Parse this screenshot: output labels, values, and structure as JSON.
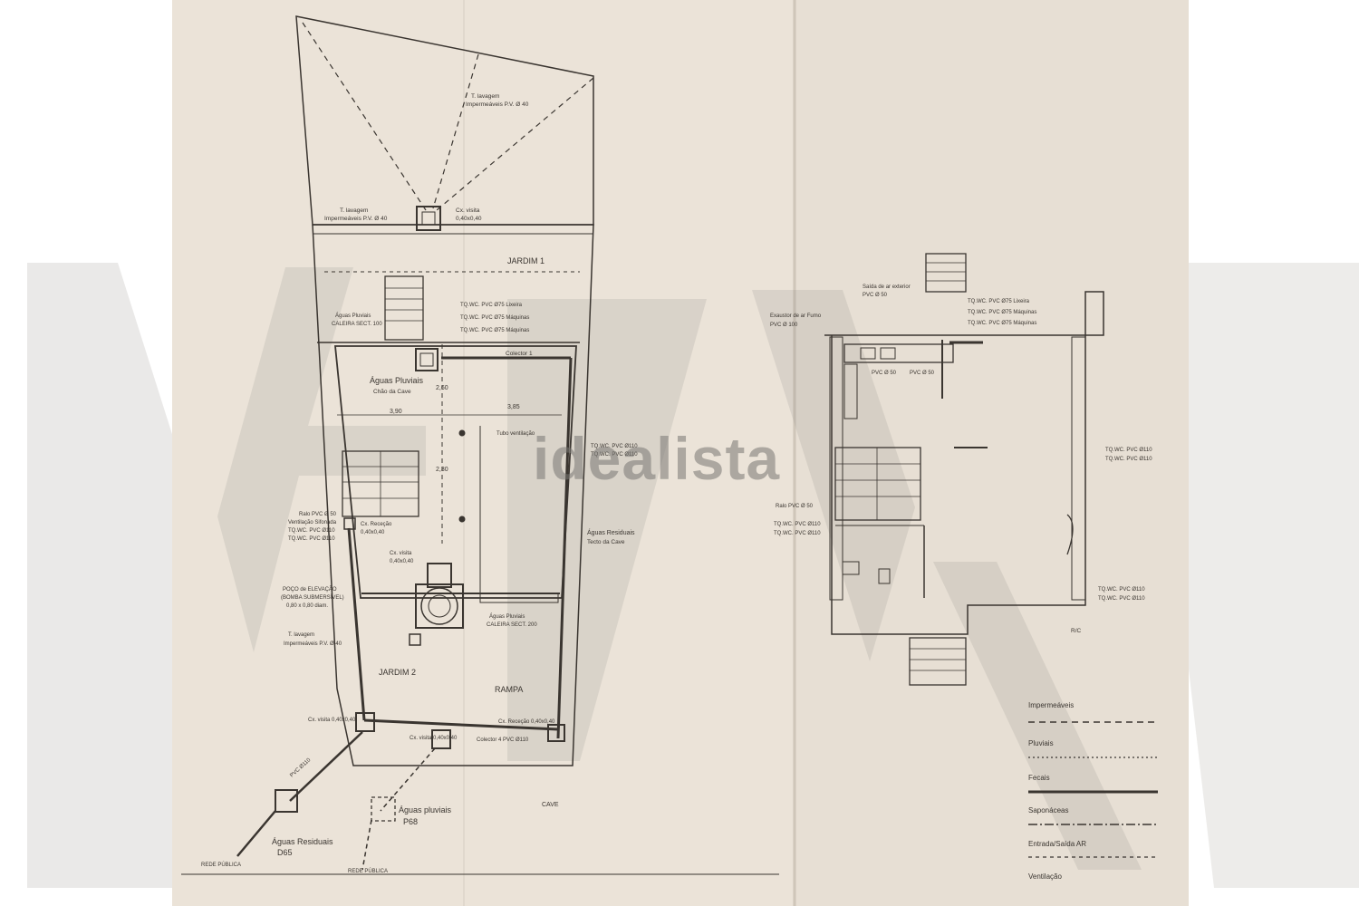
{
  "watermark": {
    "brand": "idealista"
  },
  "plan_left": {
    "top_zone": {
      "label_a": "T. lavagem",
      "label_b": "Impermeáveis P.V. Ø 40"
    },
    "top_box": {
      "label_a": "Cx. visita",
      "label_b": "0,40x0,40"
    },
    "garden_1": "JARDIM 1",
    "stair_note": {
      "label_a": "Águas Pluviais",
      "label_b": "CALEIRA SECT. 100"
    },
    "pipe_notes": [
      "TQ.WC. PVC Ø75 Lixeira",
      "TQ.WC. PVC Ø75 Máquinas",
      "TQ.WC. PVC Ø75 Máquinas"
    ],
    "collector_1": "Colector 1",
    "rainwater_cave": {
      "label_a": "Águas Pluviais",
      "label_b": "Chão da Cave"
    },
    "dim_a": "2,60",
    "dim_b": "3,85",
    "dim_c": "3,90",
    "dim_d": "2,30",
    "ventilation": "Tubo ventilação",
    "right_pipes": {
      "label_a": "TQ.WC. PVC Ø110",
      "label_b": "TQ.WC. PVC Ø110"
    },
    "wastewater_right": {
      "label_a": "Águas Residuais",
      "label_b": "Tecto da Cave"
    },
    "left_notes": [
      "Ralo PVC Ø 50",
      "Ventilação Sifonada",
      "TQ.WC. PVC Ø110",
      "TQ.WC. PVC Ø110"
    ],
    "receiving_box": {
      "label_a": "Cx. Receção",
      "label_b": "0,40x0,40"
    },
    "visit_box": {
      "label_a": "Cx. visita",
      "label_b": "0,40x0,40"
    },
    "pump": {
      "label_a": "POÇO de ELEVAÇÃO",
      "label_b": "(BOMBA SUBMERSÍVEL)",
      "label_c": "0,80 x 0,80 diam."
    },
    "rain_caleira": {
      "label_a": "Águas Pluviais",
      "label_b": "CALEIRA SECT. 200"
    },
    "lower_wash": {
      "label_a": "T. lavagem",
      "label_b": "Impermeáveis P.V. Ø 40"
    },
    "garden_2": "JARDIM 2",
    "ramp": "RAMPA",
    "bottom_boxes": [
      "Cx. visita 0,40x0,40",
      "Cx. visita 0,40x0,40",
      "Cx. Receção 0,40x0,40"
    ],
    "collector_4": "Colector 4 PVC Ø110",
    "pvc_sloped": "PVC Ø110",
    "residual": {
      "label_a": "Águas Residuais",
      "label_b": "D65"
    },
    "pluvial": {
      "label_a": "Águas pluviais",
      "label_b": "P68"
    },
    "cave": "CAVE",
    "public_network_a": "REDE PÚBLICA",
    "public_network_b": "REDE PÚBLICA"
  },
  "plan_right": {
    "stair_notes": [
      "Saída de ar exterior",
      "PVC Ø 50"
    ],
    "top_pipes": [
      "TQ.WC. PVC Ø75 Lixeira",
      "TQ.WC. PVC Ø75 Máquinas",
      "TQ.WC. PVC Ø75 Máquinas"
    ],
    "extractor": {
      "label_a": "Exaustor de ar Fumo",
      "label_b": "PVC Ø 100"
    },
    "kitchen_pipes": [
      "PVC Ø 50",
      "PVC Ø 50"
    ],
    "right_side_pipes": {
      "label_a": "TQ.WC. PVC Ø110",
      "label_b": "TQ.WC. PVC Ø110"
    },
    "bath_notes": [
      "Ralo PVC Ø 50",
      "TQ.WC. PVC Ø110",
      "TQ.WC. PVC Ø110"
    ],
    "bottom_right_pipes": {
      "label_a": "TQ.WC. PVC Ø110",
      "label_b": "TQ.WC. PVC Ø110"
    },
    "floor_level": "R/C"
  },
  "legend": [
    "Impermeáveis",
    "Pluviais",
    "Fecais",
    "Saponáceas",
    "Entrada/Saída AR",
    "Ventilação"
  ],
  "colors": {
    "paper": "#e9e1d6",
    "ink": "#3a3530",
    "watermark": "#d2d0cd"
  }
}
